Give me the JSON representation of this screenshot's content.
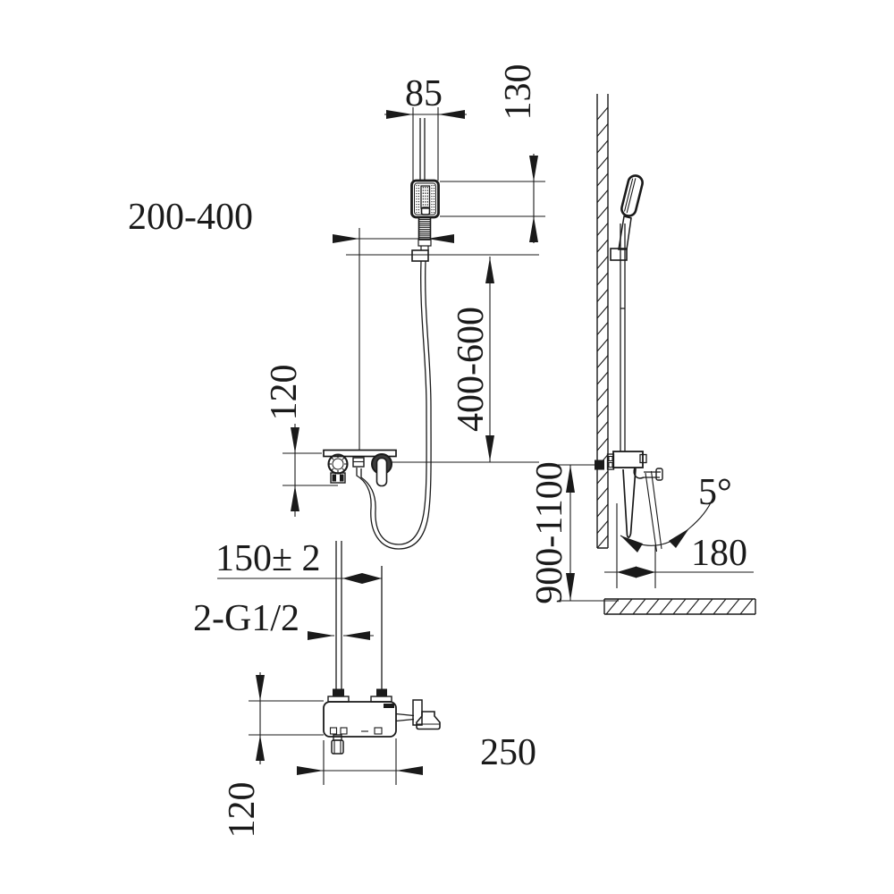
{
  "labels": {
    "front": {
      "head_width": "85",
      "head_height": "130",
      "offset_range": "200-400",
      "hose_range": "400-600",
      "valve_depth": "120"
    },
    "side": {
      "install_height": "900-1100",
      "swivel_angle": "5°",
      "spout_reach": "180"
    },
    "plan": {
      "inlet_spacing": "150± 2",
      "thread_spec": "2-G1/2",
      "body_width": "250",
      "body_depth": "120"
    }
  },
  "colors": {
    "line": "#1a1a1a",
    "background": "#ffffff"
  }
}
